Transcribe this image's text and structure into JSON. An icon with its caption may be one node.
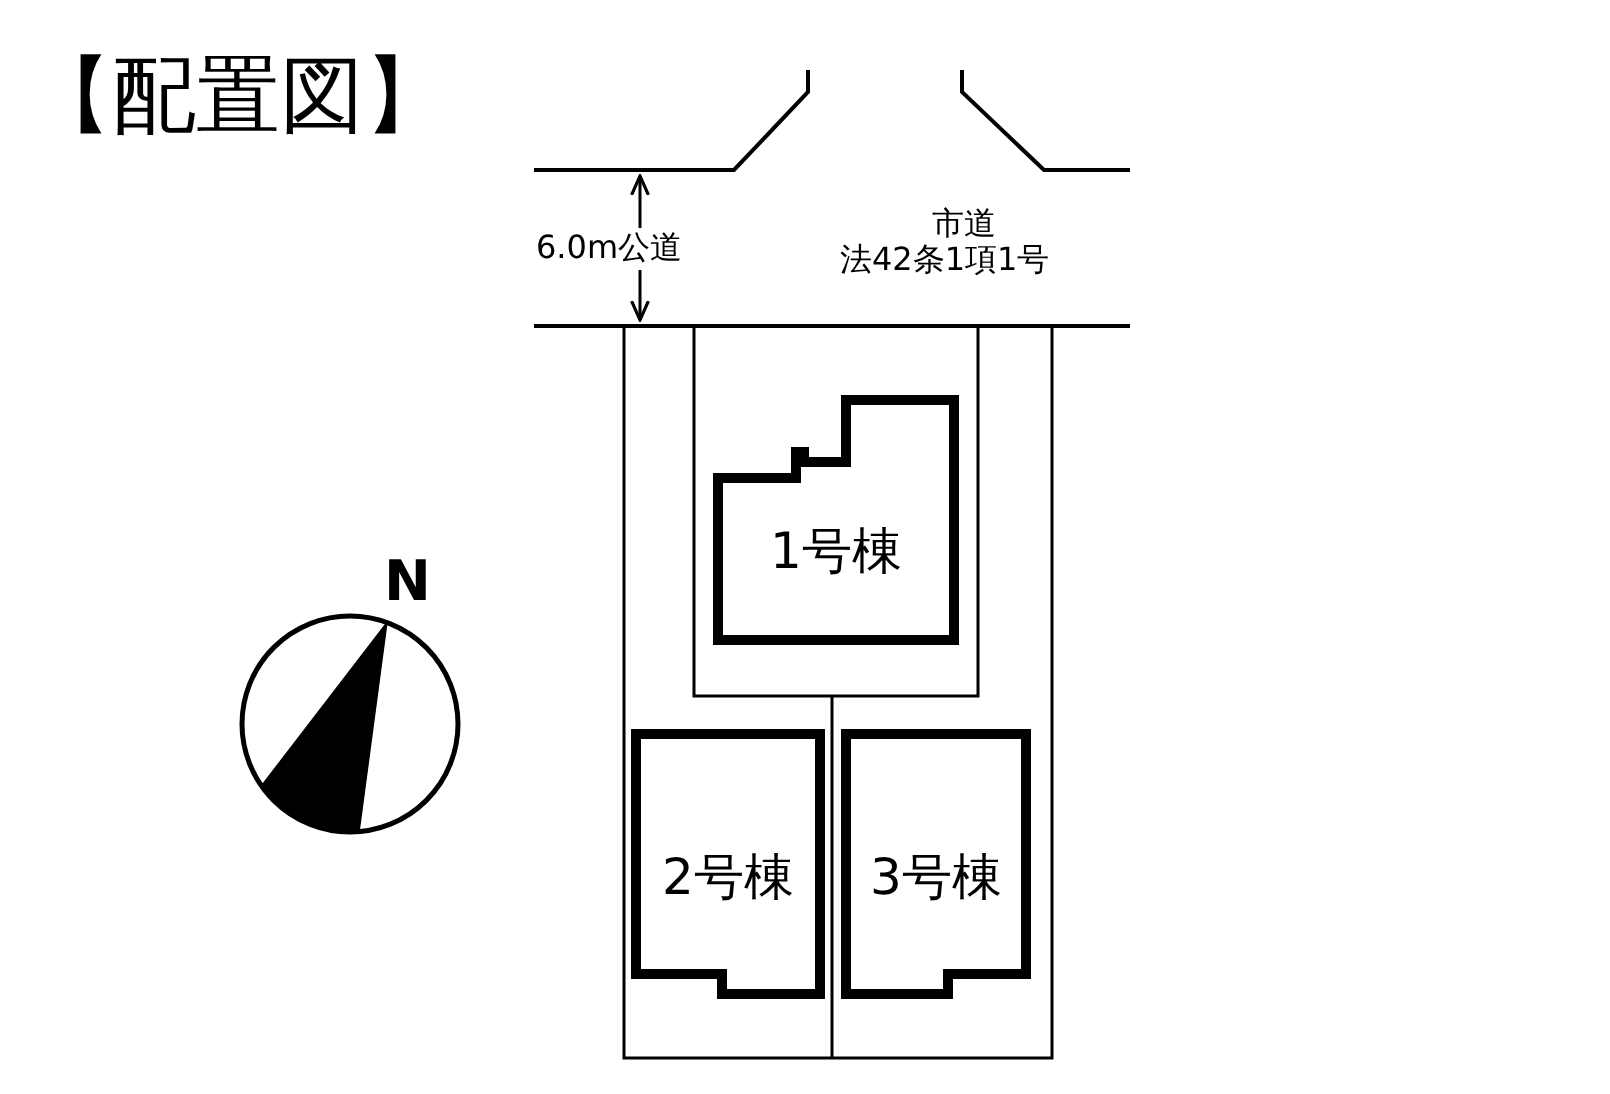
{
  "diagram": {
    "title": "【配置図】",
    "nodes": [
      {
        "text": [
          "1号棟"
        ]
      },
      {
        "text": [
          "2号棟"
        ]
      },
      {
        "text": [
          "3号棟"
        ]
      }
    ],
    "labels": [
      "6.0m公道",
      "市道",
      "法42条1項1号",
      "N"
    ]
  }
}
